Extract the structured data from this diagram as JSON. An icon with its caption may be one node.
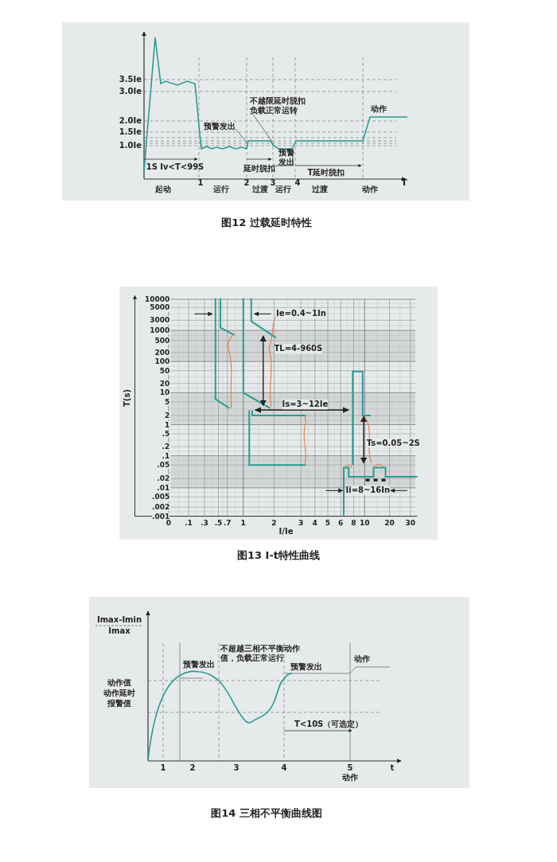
{
  "diagram": {
    "nodes": [
      {
        "text": [
          "预警发出"
        ]
      },
      {
        "text": [
          "不越限延时脱扣负载正常运转"
        ]
      }
    ],
    "edges": [
      {
        "from": 0,
        "to": null,
        "arrow": "none"
      },
      {
        "from": 1,
        "to": null,
        "arrow": "none"
      }
    ],
    "labels": [
      "3.5Ie",
      "3.0Ie",
      "2.0Ie",
      "1.5Ie",
      "1.0Ie",
      "动作",
      "1S Iv<T<99S",
      "延时脱扣",
      "预警发出",
      "T延时脱扣",
      "1",
      "2",
      "3",
      "4",
      "起动",
      "运行",
      "过渡",
      "运行",
      "过渡",
      "动作",
      "T",
      "图12 过载延时特性",
      "10000",
      "5000",
      "3000",
      "1000",
      "500",
      "200",
      "100",
      "50",
      "20",
      "10",
      "5",
      "2",
      "1",
      ".5",
      ".2",
      ".1",
      ".05",
      ".02",
      ".01",
      ".005",
      ".002",
      ".001",
      "T(s)",
      "0",
      ".1",
      ".3",
      ".5",
      ".7",
      "1",
      "2",
      "3",
      "4",
      "5",
      "6",
      "8",
      "10",
      "20",
      "30",
      "I/Ie",
      "Ie=0.4~1In",
      "TL=4-960S",
      "Is=3~12Ie",
      "Ts=0.05~2S",
      "Ii=8~16In",
      "图13 I-t特性曲线",
      "Imax-Imin",
      "Imax",
      "动作值",
      "动作延时",
      "报警值",
      "预警发出",
      "不超越三相不平衡动作值，负载正常运行",
      "预警发出",
      "动作",
      "T<10S（可选定）",
      "1",
      "2",
      "3",
      "4",
      "5",
      "t",
      "动作",
      "图14 三相不平衡曲线图"
    ]
  }
}
